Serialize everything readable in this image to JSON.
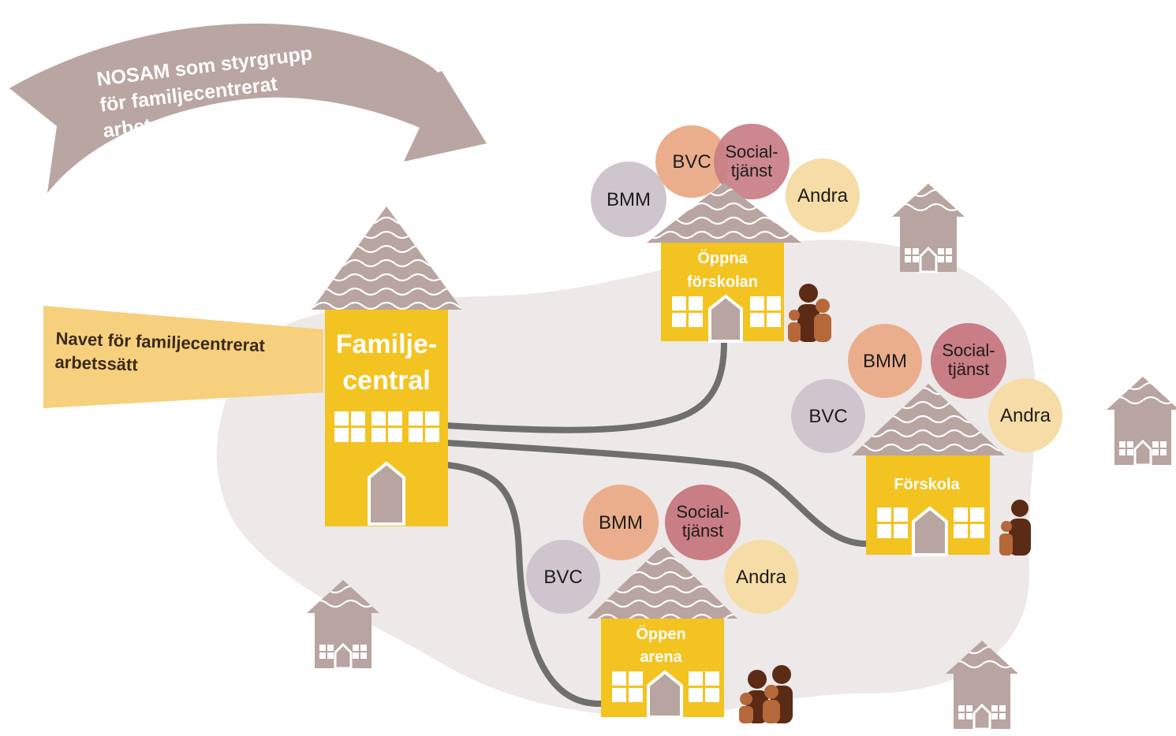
{
  "colors": {
    "background_blob": "#ede9e8",
    "banner_arrow": "#b9a5a2",
    "navet_band": "#f7d07e",
    "house_yellow": "#f3c321",
    "roof": "#b8a4a1",
    "road": "#6f6f6e",
    "bubble_bmm": "#ebae8c",
    "bubble_social": "#c97d84",
    "bubble_bvc": "#cfc6cd",
    "bubble_andra": "#f6dca6",
    "person_dark": "#5b2b16",
    "person_light": "#b5683a"
  },
  "banner": {
    "line1": "NOSAM som styrgrupp",
    "line2": "för familjecentrerat",
    "line3": "arbetssätt"
  },
  "navet": {
    "line1": "Navet för familjecentrerat",
    "line2": "arbetssätt"
  },
  "main_house": {
    "line1": "Familje-",
    "line2": "central"
  },
  "oppna_forskolan": {
    "line1": "Öppna",
    "line2": "förskolan",
    "bubbles": {
      "bmm": "BMM",
      "bvc": "BVC",
      "social1": "Social-",
      "social2": "tjänst",
      "andra": "Andra"
    }
  },
  "forskola": {
    "line1": "Förskola",
    "bubbles": {
      "bmm": "BMM",
      "bvc": "BVC",
      "social1": "Social-",
      "social2": "tjänst",
      "andra": "Andra"
    }
  },
  "oppen_arena": {
    "line1": "Öppen",
    "line2": "arena",
    "bubbles": {
      "bmm": "BMM",
      "bvc": "BVC",
      "social1": "Social-",
      "social2": "tjänst",
      "andra": "Andra"
    }
  }
}
